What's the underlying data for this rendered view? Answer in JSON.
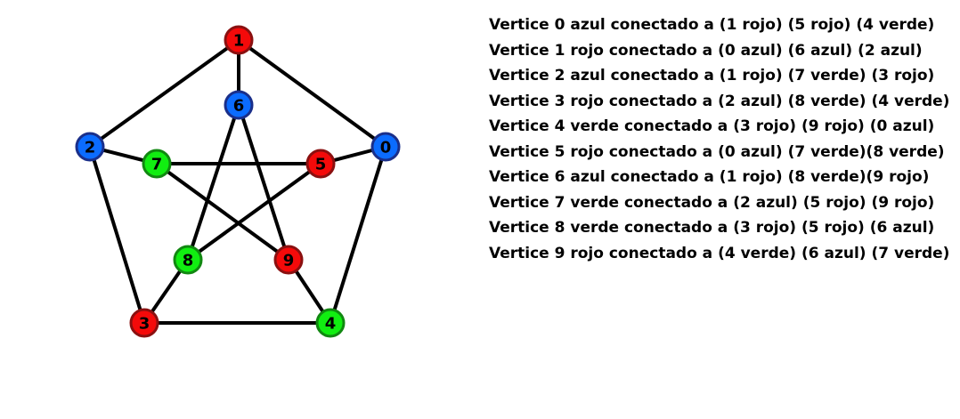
{
  "colors": {
    "azul": {
      "fill": "#0b6cff",
      "stroke": "#1a2f8a"
    },
    "rojo": {
      "fill": "#f40a0a",
      "stroke": "#8a1010"
    },
    "verde": {
      "fill": "#11ee11",
      "stroke": "#118811"
    }
  },
  "graph": {
    "vertices": [
      {
        "id": "0",
        "color": "azul"
      },
      {
        "id": "1",
        "color": "rojo"
      },
      {
        "id": "2",
        "color": "azul"
      },
      {
        "id": "3",
        "color": "rojo"
      },
      {
        "id": "4",
        "color": "verde"
      },
      {
        "id": "5",
        "color": "rojo"
      },
      {
        "id": "6",
        "color": "azul"
      },
      {
        "id": "7",
        "color": "verde"
      },
      {
        "id": "8",
        "color": "verde"
      },
      {
        "id": "9",
        "color": "rojo"
      }
    ],
    "edges": [
      [
        "0",
        "1"
      ],
      [
        "1",
        "2"
      ],
      [
        "2",
        "3"
      ],
      [
        "3",
        "4"
      ],
      [
        "4",
        "0"
      ],
      [
        "0",
        "5"
      ],
      [
        "1",
        "6"
      ],
      [
        "2",
        "7"
      ],
      [
        "3",
        "8"
      ],
      [
        "4",
        "9"
      ],
      [
        "5",
        "7"
      ],
      [
        "7",
        "9"
      ],
      [
        "9",
        "6"
      ],
      [
        "6",
        "8"
      ],
      [
        "8",
        "5"
      ]
    ]
  },
  "legend": {
    "lines": [
      "Vertice 0 azul conectado a (1 rojo) (5 rojo) (4 verde)",
      "Vertice 1 rojo conectado a (0 azul) (6 azul) (2 azul)",
      "Vertice 2 azul conectado a (1 rojo) (7 verde) (3 rojo)",
      "Vertice 3 rojo conectado a (2 azul) (8 verde) (4 verde)",
      "Vertice 4 verde conectado a (3 rojo) (9 rojo) (0 azul)",
      "Vertice 5 rojo conectado a (0 azul) (7 verde)(8 verde)",
      "Vertice 6 azul conectado a (1 rojo) (8 verde)(9 rojo)",
      "Vertice 7 verde conectado a (2 azul) (5 rojo) (9 rojo)",
      "Vertice 8 verde conectado a (3 rojo) (5 rojo) (6 azul)",
      "Vertice 9 rojo conectado a (4 verde) (6 azul) (7 verde)"
    ]
  }
}
